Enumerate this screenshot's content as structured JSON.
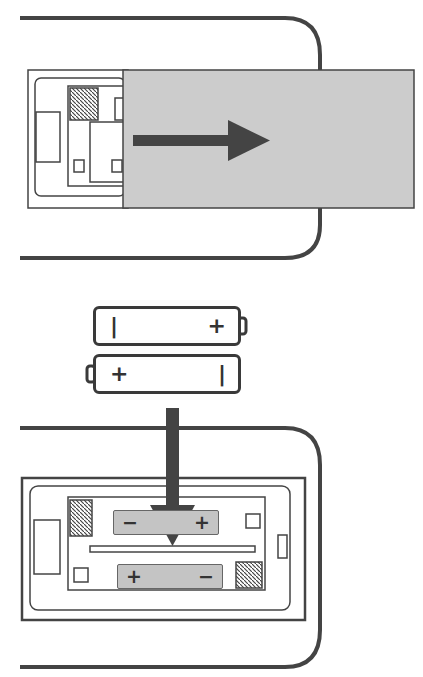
{
  "diagram": {
    "nodes": [
      {
        "text": [
          "|",
          "+"
        ]
      },
      {
        "text": [
          "+",
          "|"
        ]
      },
      {
        "text": [
          "−",
          "+"
        ]
      },
      {
        "text": [
          "+",
          "−"
        ]
      }
    ]
  }
}
